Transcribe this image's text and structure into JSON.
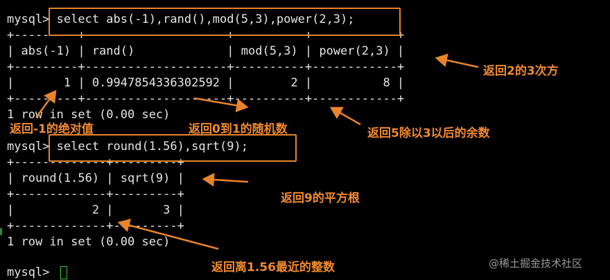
{
  "terminal": {
    "lines": [
      "mysql> select abs(-1),rand(),mod(5,3),power(2,3);",
      "+---------+--------------------+----------+------------+",
      "| abs(-1) | rand()             | mod(5,3) | power(2,3) |",
      "+---------+--------------------+----------+------------+",
      "|       1 | 0.9947854336302592 |        2 |          8 |",
      "+---------+--------------------+----------+------------+",
      "1 row in set (0.00 sec)",
      "",
      "mysql> select round(1.56),sqrt(9);",
      "+-------------+---------+",
      "| round(1.56) | sqrt(9) |",
      "+-------------+---------+",
      "|           2 |       3 |",
      "+-------------+---------+",
      "1 row in set (0.00 sec)",
      "",
      "mysql> "
    ]
  },
  "annotations": {
    "power": "返回2的3次方",
    "abs": "返回-1的绝对值",
    "rand": "返回0到1的随机数",
    "mod": "返回5除以3以后的余数",
    "sqrt": "返回9的平方根",
    "round": "返回离1.56最近的整数"
  },
  "watermark": "@稀土掘金技术社区",
  "colors": {
    "background": "#000000",
    "terminal_text": "#e6e6e6",
    "annotation": "#f08a30",
    "highlight_box": "#e8842c",
    "cursor": "#3cc83c"
  }
}
